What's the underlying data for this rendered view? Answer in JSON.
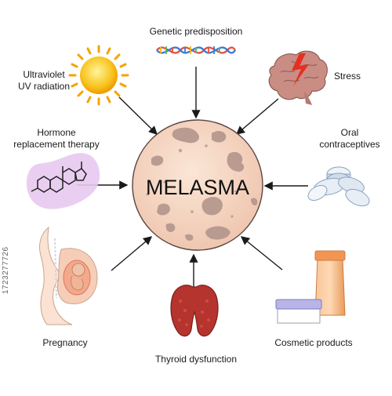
{
  "center": {
    "title": "MELASMA"
  },
  "factors": {
    "genetic": "Genetic predisposition",
    "uv_line1": "Ultraviolet",
    "uv_line2": "UV radiation",
    "stress": "Stress",
    "hormone_line1": "Hormone",
    "hormone_line2": "replacement therapy",
    "oral_line1": "Oral",
    "oral_line2": "contraceptives",
    "pregnancy": "Pregnancy",
    "cosmetic": "Cosmetic products",
    "thyroid": "Thyroid dysfunction"
  },
  "stock": {
    "id": "1723277726"
  },
  "colors": {
    "face": "#f6dccb",
    "patch": "#b3958c",
    "arrow": "#1a1a1a",
    "sun": "#f6b400",
    "brain": "#c98d84",
    "thyroid": "#b5342e",
    "cream_tube": "#f4a96e",
    "jar_lid": "#b8b4e6"
  },
  "icons": [
    "dna-icon",
    "sun-icon",
    "brain-icon",
    "steroid-molecule-icon",
    "pills-icon",
    "pregnancy-icon",
    "thyroid-icon",
    "cosmetic-products-icon"
  ]
}
